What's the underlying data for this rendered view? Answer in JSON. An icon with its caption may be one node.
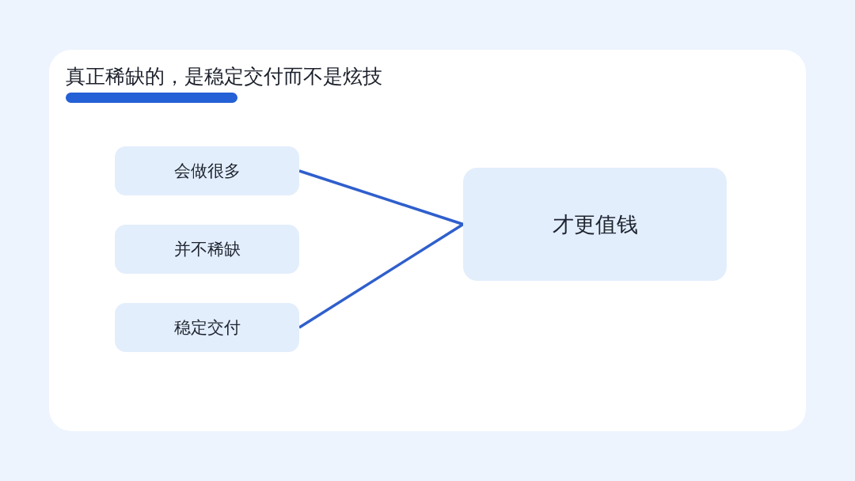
{
  "diagram": {
    "title": "真正稀缺的，是稳定交付而不是炫技",
    "nodes": [
      {
        "text": [
          "会做很多"
        ]
      },
      {
        "text": [
          "并不稀缺"
        ]
      },
      {
        "text": [
          "稳定交付"
        ]
      },
      {
        "text": [
          "才更值钱"
        ]
      }
    ],
    "edges": [
      {
        "from": 0,
        "to": 3,
        "arrow": "none"
      },
      {
        "from": 2,
        "to": 3,
        "arrow": "none"
      }
    ]
  }
}
